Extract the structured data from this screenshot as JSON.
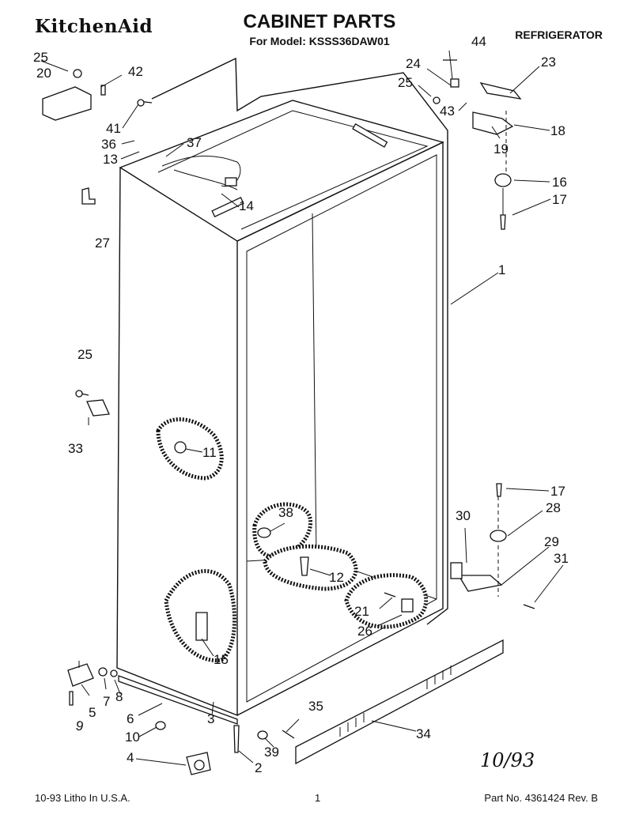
{
  "header": {
    "brand": "KitchenAid",
    "title": "CABINET PARTS",
    "model_line": "For Model: KSSS36DAW01",
    "appliance": "REFRIGERATOR"
  },
  "callouts": [
    "25",
    "20",
    "42",
    "41",
    "36",
    "37",
    "13",
    "14",
    "27",
    "44",
    "24",
    "23",
    "25",
    "43",
    "18",
    "19",
    "16",
    "17",
    "1",
    "25",
    "33",
    "11",
    "17",
    "28",
    "30",
    "29",
    "31",
    "38",
    "12",
    "21",
    "26",
    "15",
    "9",
    "5",
    "7",
    "8",
    "6",
    "3",
    "10",
    "4",
    "35",
    "39",
    "2",
    "34"
  ],
  "footer": {
    "litho": "10-93 Litho In U.S.A.",
    "page": "1",
    "part_no": "Part No. 4361424  Rev. B"
  },
  "handwritten_note": "10/93"
}
